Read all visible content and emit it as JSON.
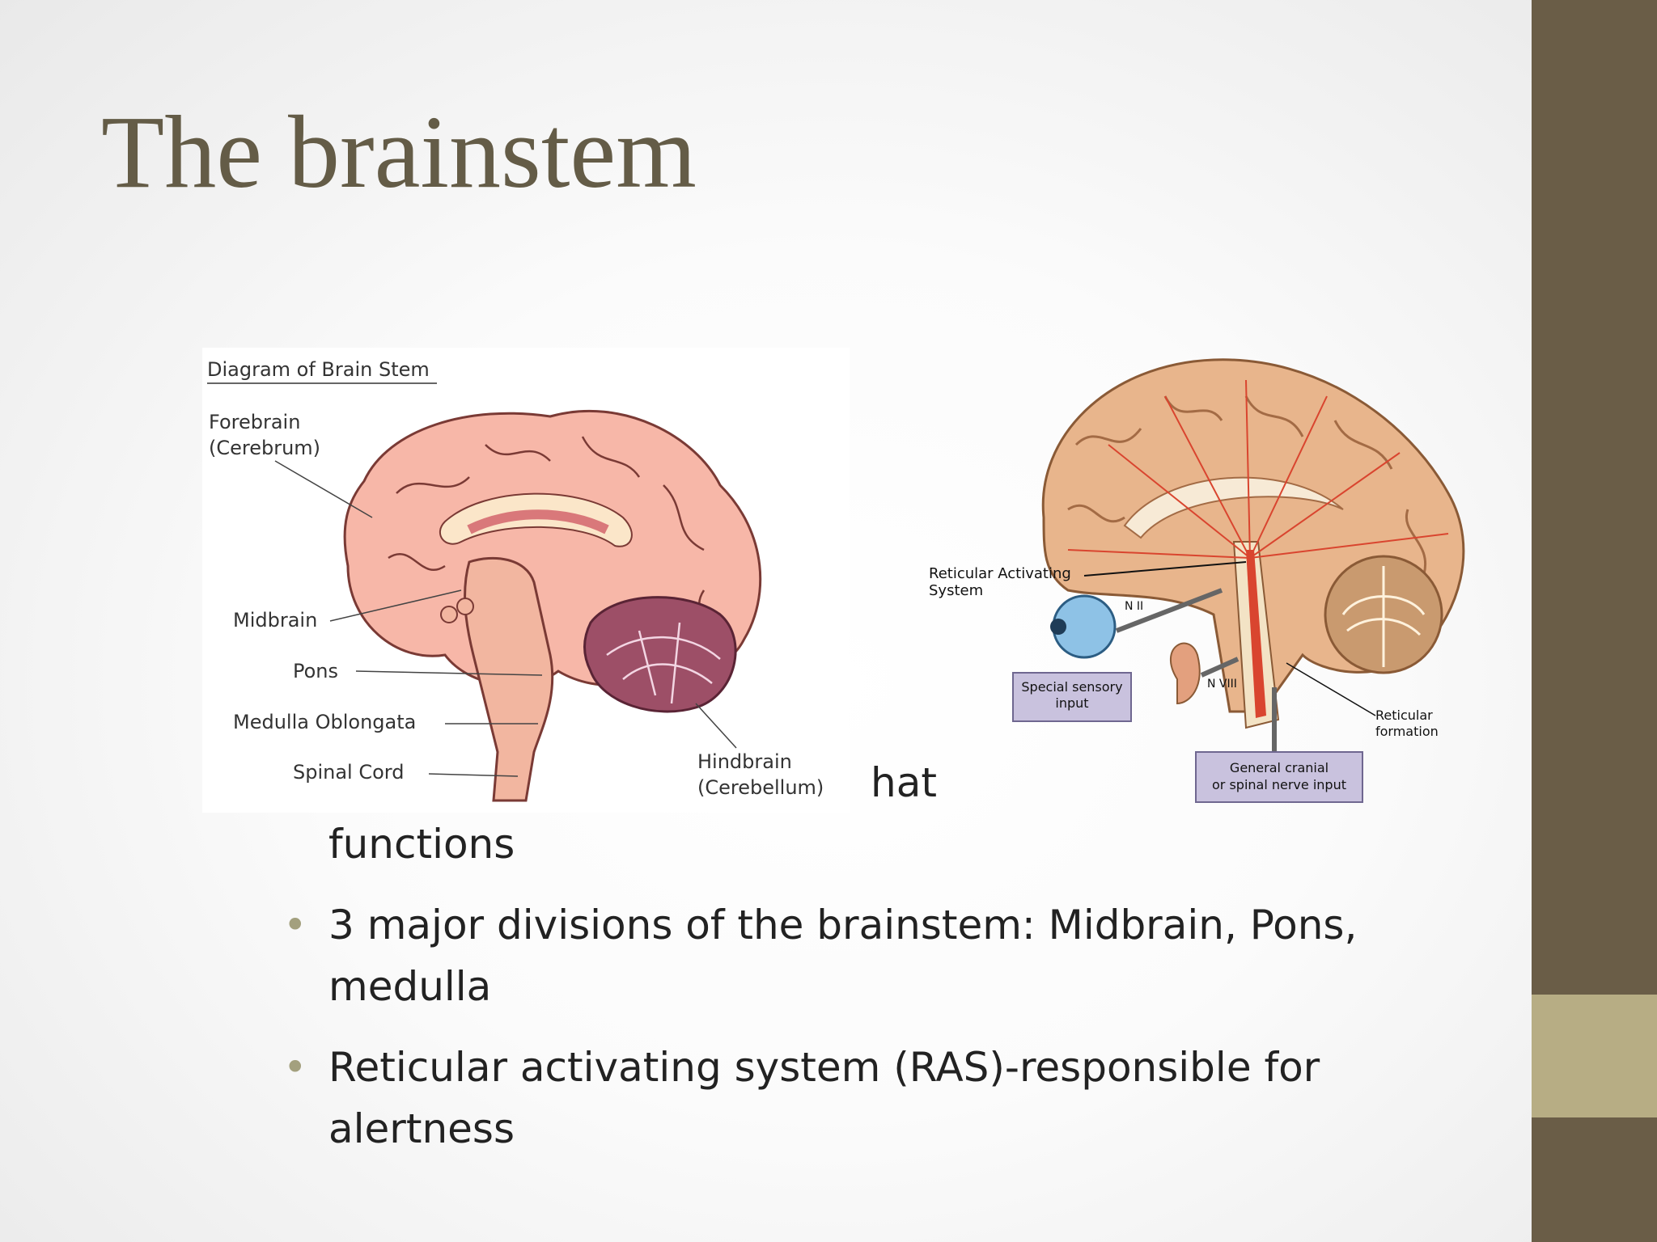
{
  "slide": {
    "title": "The brainstem",
    "bullets": [
      {
        "text_prefix": "",
        "text_visible": "hat",
        "text_cont": "functions"
      },
      {
        "text": "3 major divisions of the brainstem: Midbrain, Pons, medulla"
      },
      {
        "text": "Reticular activating system (RAS)-responsible for alertness"
      }
    ]
  },
  "left_diagram": {
    "heading": "Diagram of Brain Stem",
    "labels": {
      "forebrain": "Forebrain",
      "cerebrum": "(Cerebrum)",
      "midbrain": "Midbrain",
      "pons": "Pons",
      "medulla": "Medulla Oblongata",
      "spinal": "Spinal Cord",
      "hindbrain": "Hindbrain",
      "cerebellum": "(Cerebellum)"
    }
  },
  "right_diagram": {
    "labels": {
      "ras_line1": "Reticular Activating",
      "ras_line2": "System",
      "nii": "N II",
      "nviii": "N VIII",
      "special_line1": "Special sensory",
      "special_line2": "input",
      "general_line1": "General cranial",
      "general_line2": "or spinal nerve input",
      "reticular_line1": "Reticular",
      "reticular_line2": "formation"
    }
  },
  "colors": {
    "title": "#645c47",
    "sidebar": "#6a5d47",
    "sidebar_accent": "#b7ad84",
    "bullet": "#a3a07e"
  }
}
